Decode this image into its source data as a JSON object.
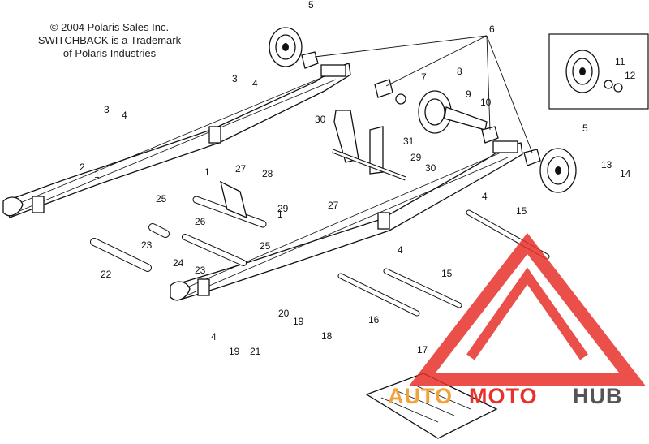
{
  "copyright": {
    "line1": "© 2004 Polaris Sales Inc.",
    "line2": "SWITCHBACK is a Trademark",
    "line3": "of Polaris Industries"
  },
  "callouts": [
    "1",
    "1",
    "1",
    "2",
    "3",
    "3",
    "4",
    "4",
    "4",
    "4",
    "4",
    "5",
    "5",
    "6",
    "7",
    "8",
    "9",
    "10",
    "11",
    "12",
    "13",
    "14",
    "15",
    "15",
    "16",
    "17",
    "18",
    "19",
    "19",
    "20",
    "21",
    "22",
    "23",
    "23",
    "24",
    "25",
    "25",
    "26",
    "27",
    "27",
    "28",
    "29",
    "29",
    "30",
    "30",
    "31"
  ],
  "watermark": {
    "auto": "AUTO",
    "moto": "MOTO",
    "hub": "HUB",
    "color_red": "#e8312b",
    "color_orange": "#f2a23a",
    "color_gray": "#555555"
  }
}
